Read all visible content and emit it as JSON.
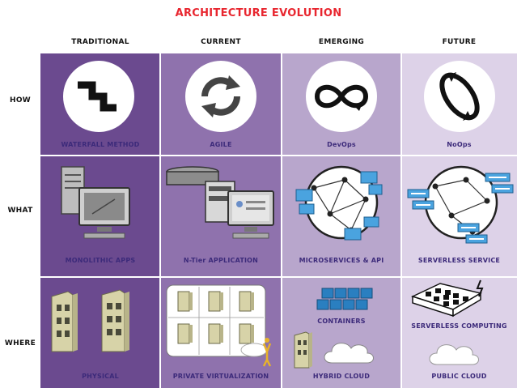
{
  "title": "ARCHITECTURE EVOLUTION",
  "columns": [
    "TRADITIONAL",
    "CURRENT",
    "EMERGING",
    "FUTURE"
  ],
  "rows": [
    "HOW",
    "WHAT",
    "WHERE"
  ],
  "how": [
    "WATERFALL METHOD",
    "AGILE",
    "DevOps",
    "NoOps"
  ],
  "what": [
    "MONOLITHIC APPS",
    "N-Tier APPLICATION",
    "MICROSERVICES & API",
    "SERVERLESS SERVICE"
  ],
  "where": {
    "traditional": "PHYSICAL",
    "current": "PRIVATE VIRTUALIZATION",
    "emerging_top": "CONTAINERS",
    "emerging_bottom": "HYBRID CLOUD",
    "future_top": "SERVERLESS COMPUTING",
    "future_bottom": "PUBLIC CLOUD"
  },
  "colors": {
    "title": "#e8262f",
    "traditional": "#6b4a8f",
    "current": "#8f72ad",
    "emerging": "#b8a6cc",
    "future": "#ddd2e8",
    "label": "#3c2a7a"
  },
  "icons": {
    "how": [
      "staircase-icon",
      "refresh-arrows-icon",
      "infinity-loop-icon",
      "ellipse-loop-icon"
    ],
    "what": [
      "mainframe-computer-icon",
      "server-desktop-icon",
      "microservice-network-icon",
      "serverless-network-icon"
    ],
    "where": [
      "building-icon",
      "server-grid-icon",
      "container-stack-icon",
      "serverless-rack-icon"
    ]
  }
}
